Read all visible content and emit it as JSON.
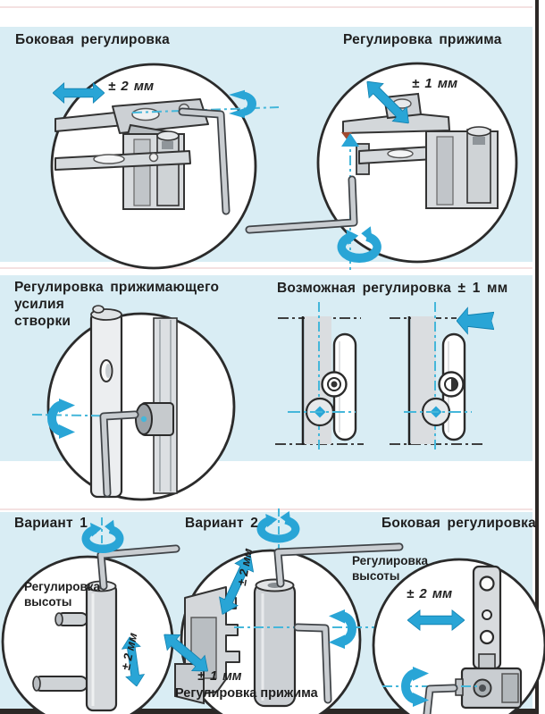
{
  "colors": {
    "panel_bg": "#d9edf4",
    "accent_blue": "#29a5d6",
    "dash_cyan": "#45b7da",
    "outline": "#2b2b2b",
    "metal_gray": "#d3d7da"
  },
  "panels": {
    "top_left": {
      "title": "Боковая регулировка",
      "value": "± 2 мм"
    },
    "top_right": {
      "title": "Регулировка прижима",
      "value": "± 1 мм"
    },
    "middle_left": {
      "title_line1": "Регулировка прижимающего",
      "title_line2": "усилия",
      "title_line3": "створки"
    },
    "middle_right": {
      "title": "Возможная регулировка ± 1 мм"
    },
    "bottom_left": {
      "title": "Вариант 1",
      "height_label_line1": "Регулировка",
      "height_label_line2": "высоты",
      "value": "± 2 мм"
    },
    "bottom_middle": {
      "title": "Вариант 2",
      "value_vertical": "± 2 мм",
      "height_label_line1": "Регулировка",
      "height_label_line2": "высоты",
      "pressure_value": "± 1 мм",
      "pressure_label": "Регулировка прижима"
    },
    "bottom_right": {
      "title": "Боковая регулировка",
      "value": "± 2 мм"
    }
  }
}
